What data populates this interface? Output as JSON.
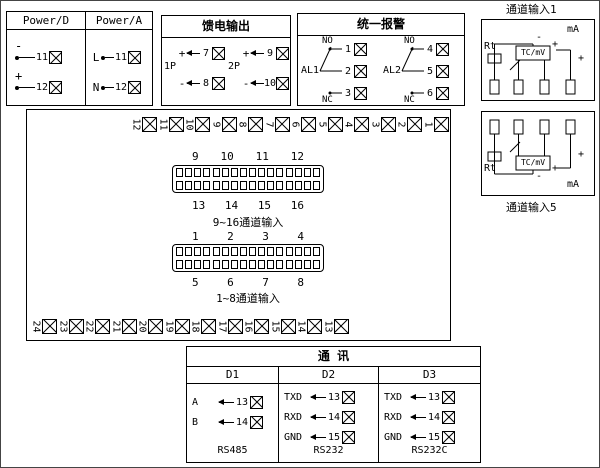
{
  "power_d": {
    "title": "Power/D",
    "rows": [
      {
        "sign": "-",
        "num": "11"
      },
      {
        "sign": "+",
        "num": "12"
      }
    ]
  },
  "power_a": {
    "title": "Power/A",
    "rows": [
      {
        "sign": "L",
        "num": "11"
      },
      {
        "sign": "N",
        "num": "12"
      }
    ]
  },
  "feed": {
    "title": "馈电输出",
    "groups": [
      {
        "label": "1P",
        "rows": [
          {
            "sign": "+",
            "num": "7"
          },
          {
            "sign": "-",
            "num": "8"
          }
        ]
      },
      {
        "label": "2P",
        "rows": [
          {
            "sign": "+",
            "num": "9"
          },
          {
            "sign": "-",
            "num": "10"
          }
        ]
      }
    ]
  },
  "alarm": {
    "title": "统一报警",
    "groups": [
      {
        "label": "AL1",
        "no_label": "NO",
        "nc_label": "NC",
        "terms": [
          "1",
          "2",
          "3"
        ]
      },
      {
        "label": "AL2",
        "no_label": "NO",
        "nc_label": "NC",
        "terms": [
          "4",
          "5",
          "6"
        ]
      }
    ]
  },
  "channel_input_1": {
    "title": "通道输入1",
    "rt": "Rt",
    "tc": "TC/mV",
    "ma": "mA",
    "plus": "+",
    "minus": "-"
  },
  "channel_input_5": {
    "title": "通道输入5",
    "rt": "Rt",
    "tc": "TC/mV",
    "ma": "mA",
    "plus": "+",
    "minus": "-"
  },
  "main_board": {
    "top_terminals": [
      "12",
      "11",
      "10",
      "9",
      "8",
      "7",
      "6",
      "5",
      "4",
      "3",
      "2",
      "1"
    ],
    "bottom_terminals": [
      "24",
      "23",
      "22",
      "21",
      "20",
      "19",
      "18",
      "17",
      "16",
      "15",
      "14",
      "13"
    ],
    "connector_a": {
      "top_nums": [
        "9",
        "10",
        "11",
        "12"
      ],
      "bottom_nums": [
        "13",
        "14",
        "15",
        "16"
      ],
      "label": "9~16通道输入"
    },
    "connector_b": {
      "top_nums": [
        "1",
        "2",
        "3",
        "4"
      ],
      "bottom_nums": [
        "5",
        "6",
        "7",
        "8"
      ],
      "label": "1~8通道输入"
    }
  },
  "comm": {
    "title": "通 讯",
    "columns": [
      {
        "header": "D1",
        "rows": [
          {
            "label": "A",
            "num": "13"
          },
          {
            "label": "B",
            "num": "14"
          }
        ],
        "footer": "RS485"
      },
      {
        "header": "D2",
        "rows": [
          {
            "label": "TXD",
            "num": "13"
          },
          {
            "label": "RXD",
            "num": "14"
          },
          {
            "label": "GND",
            "num": "15"
          }
        ],
        "footer": "RS232"
      },
      {
        "header": "D3",
        "rows": [
          {
            "label": "TXD",
            "num": "13"
          },
          {
            "label": "RXD",
            "num": "14"
          },
          {
            "label": "GND",
            "num": "15"
          }
        ],
        "footer": "RS232C"
      }
    ]
  }
}
